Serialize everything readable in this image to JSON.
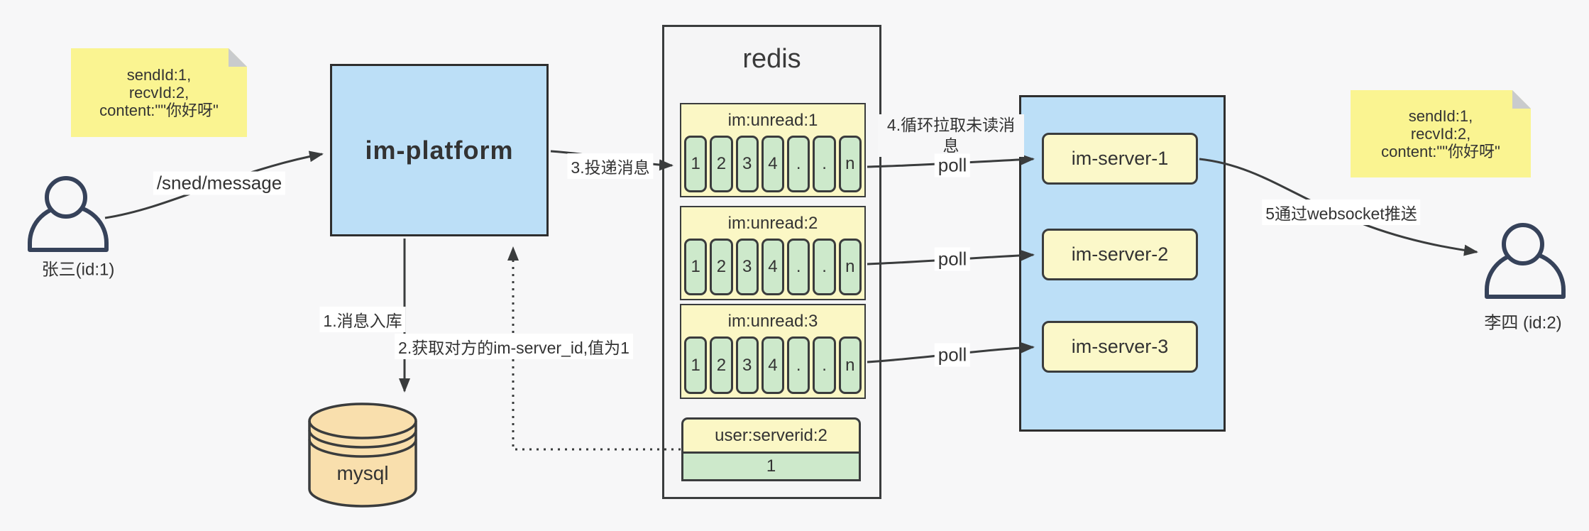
{
  "diagram_title": "im message delivery flow",
  "colors": {
    "canvas_bg": "#F7F7F8",
    "note_yellow": "#FAF491",
    "box_blue": "#BCDFF7",
    "box_yellow": "#FBF8C9",
    "cell_green": "#CDE9CB",
    "db_tan": "#F9DFAD",
    "redis_gray": "#F5F5F6",
    "line_dark": "#3A3C3D",
    "person_navy": "#36425A"
  },
  "icons": {
    "sender": "user-icon",
    "receiver": "user-icon",
    "database": "database-cylinder-icon",
    "note_fold": "folded-corner-icon"
  },
  "actors": {
    "sender": {
      "label": "张三(id:1)"
    },
    "receiver": {
      "label": "李四 (id:2)"
    }
  },
  "notes": {
    "left": {
      "line1": "sendId:1,",
      "line2": "recvId:2,",
      "line3": "content:\"\"你好呀\""
    },
    "right": {
      "line1": "sendId:1,",
      "line2": "recvId:2,",
      "line3": "content:\"\"你好呀\""
    }
  },
  "platform": {
    "label": "im-platform"
  },
  "database": {
    "label": "mysql"
  },
  "redis": {
    "title": "redis",
    "queues": [
      {
        "title": "im:unread:1",
        "cells": [
          "1",
          "2",
          "3",
          "4",
          ".",
          ".",
          "n"
        ]
      },
      {
        "title": "im:unread:2",
        "cells": [
          "1",
          "2",
          "3",
          "4",
          ".",
          ".",
          "n"
        ]
      },
      {
        "title": "im:unread:3",
        "cells": [
          "1",
          "2",
          "3",
          "4",
          ".",
          ".",
          "n"
        ]
      }
    ],
    "mapping": {
      "key": "user:serverid:2",
      "value": "1"
    }
  },
  "server_cluster": {
    "servers": [
      {
        "label": "im-server-1"
      },
      {
        "label": "im-server-2"
      },
      {
        "label": "im-server-3"
      }
    ]
  },
  "edges": {
    "send": "/sned/message",
    "store": "1.消息入库",
    "lookup": "2.获取对方的im-server_id,值为1",
    "deliver": "3.投递消息",
    "pull_loop": "4.循环拉取未读消息",
    "poll_1": "poll",
    "poll_2": "poll",
    "poll_3": "poll",
    "push": "5通过websocket推送"
  }
}
